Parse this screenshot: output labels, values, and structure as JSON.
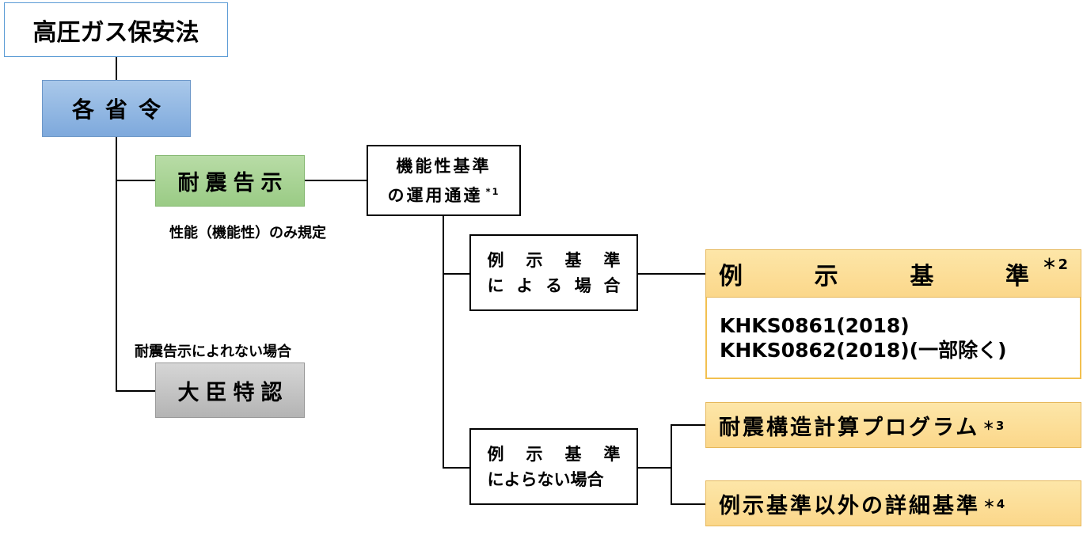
{
  "law": "高圧ガス保安法",
  "ordinance": "各省令",
  "seismic_notice": "耐震告示",
  "performance_only": "性能（機能性）のみ規定",
  "not_by_notice": "耐震告示によれない場合",
  "minister_approval": "大臣特認",
  "circular": {
    "line1": "機能性基準",
    "line2": "の運用通達",
    "note": "*1"
  },
  "by_example": {
    "line1": [
      "例",
      "示",
      "基",
      "準"
    ],
    "line2": [
      "に",
      "よ",
      "る",
      "場",
      "合"
    ]
  },
  "not_by_example": {
    "line1": [
      "例",
      "示",
      "基",
      "準"
    ],
    "line2": "によらない場合"
  },
  "example_standard": {
    "chars": [
      "例",
      "示",
      "基",
      "準"
    ],
    "note": "＊2",
    "items": [
      "KHKS0861(2018)",
      "KHKS0862(2018)(一部除く)"
    ]
  },
  "program": {
    "label": "耐震構造計算プログラム",
    "note": "＊3"
  },
  "detailed": {
    "label": "例示基準以外の詳細基準",
    "note": "＊4"
  }
}
